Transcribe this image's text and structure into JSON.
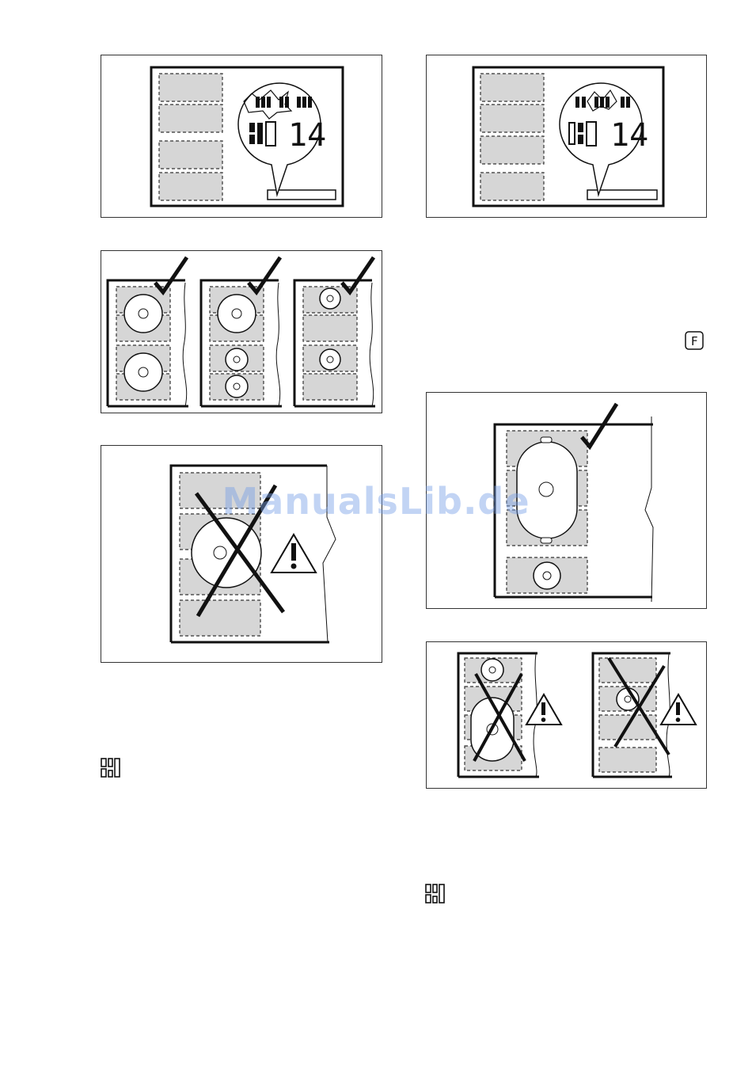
{
  "display": {
    "counter_value": "14"
  },
  "watermark": {
    "text": "ManualsLib.de"
  },
  "icons": {
    "function_key_letter": "F"
  },
  "colors": {
    "zone_fill": "#d6d6d6",
    "line": "#111111",
    "watermark": "#8fb2ea"
  }
}
